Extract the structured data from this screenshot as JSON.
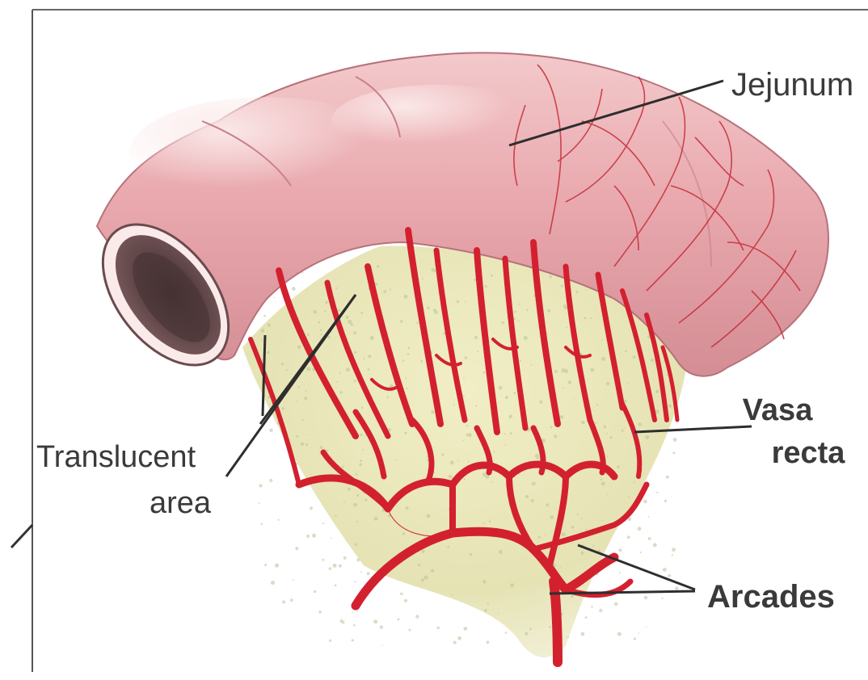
{
  "diagram": {
    "labels": {
      "jejunum": "Jejunum",
      "vasa_recta_line1": "Vasa",
      "vasa_recta_line2": "recta",
      "translucent_line1": "Translucent",
      "translucent_line2": "area",
      "arcades": "Arcades"
    },
    "colors": {
      "intestine_wall": "#e9a9ae",
      "intestine_highlight": "#f7dcdc",
      "intestine_shadow": "#c98088",
      "mesentery": "#ece8b8",
      "mesentery_speckle": "#b9c49a",
      "vessel": "#d3202f",
      "leader_line": "#2e2e2e",
      "frame": "#555555"
    }
  }
}
